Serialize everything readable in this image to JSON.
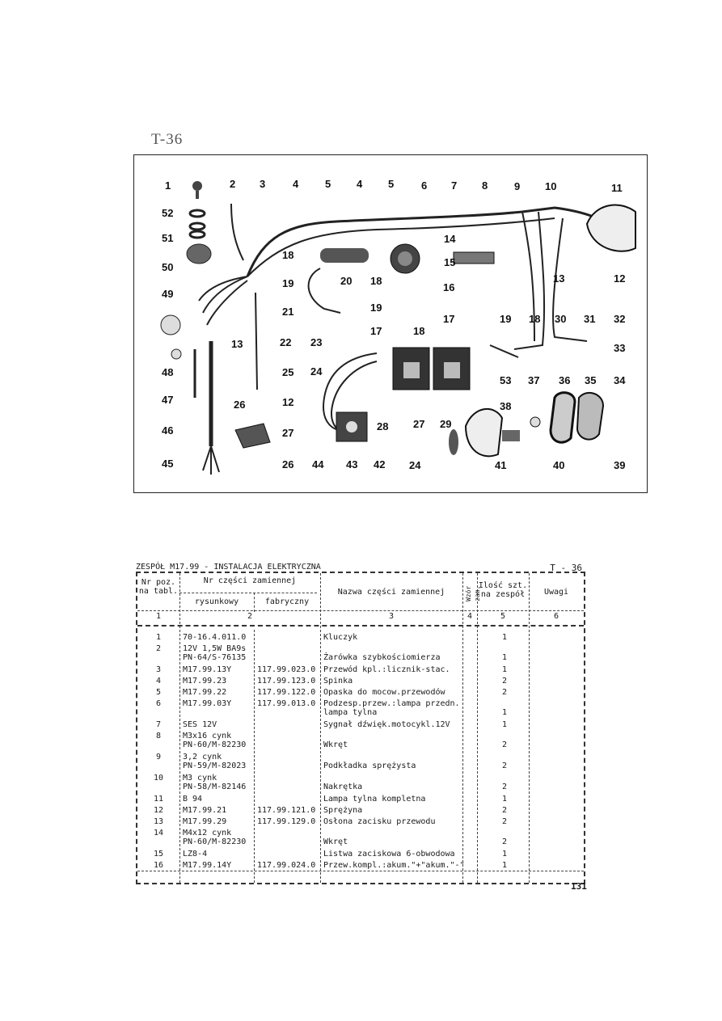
{
  "page": {
    "top_code": "T-36",
    "page_number": "131"
  },
  "diagram": {
    "callouts": [
      "1",
      "2",
      "3",
      "4",
      "5",
      "4",
      "5",
      "6",
      "7",
      "8",
      "9",
      "10",
      "11",
      "52",
      "51",
      "50",
      "49",
      "48",
      "47",
      "46",
      "45",
      "18",
      "19",
      "20",
      "21",
      "22",
      "23",
      "13",
      "25",
      "24",
      "12",
      "26",
      "44",
      "43",
      "42",
      "14",
      "15",
      "16",
      "18",
      "19",
      "17",
      "27",
      "28",
      "29",
      "24",
      "38",
      "41",
      "40",
      "37",
      "36",
      "35",
      "34",
      "39",
      "53",
      "19",
      "18",
      "30",
      "31",
      "33",
      "13",
      "12",
      "32",
      "17",
      "18",
      "27",
      "26"
    ]
  },
  "table": {
    "title": "ZESPÓŁ M17.99 - INSTALACJA ELEKTRYCZNA",
    "code": "T - 36",
    "headers": {
      "nr_poz": "Nr poz.\nna tabl.",
      "nr_czesci": "Nr części zamiennej",
      "rysunkowy": "rysunkowy",
      "fabryczny": "fabryczny",
      "nazwa": "Nazwa części zamiennej",
      "wzor": "Wzór\nzam.",
      "ilosc": "Ilość szt.\nna zespół",
      "uwagi": "Uwagi"
    },
    "column_numbers": [
      "1",
      "2",
      "3",
      "4",
      "5",
      "6"
    ],
    "rows": [
      {
        "no": "1",
        "draw": "70-16.4.011.0",
        "fab": "",
        "name": "Kluczyk",
        "qty": "1"
      },
      {
        "no": "2",
        "draw": "12V 1,5W BA9s\nPN-64/S-76135",
        "fab": "",
        "name": "\nŻarówka szybkościomierza",
        "qty": "\n1"
      },
      {
        "no": "3",
        "draw": "M17.99.13Y",
        "fab": "117.99.023.0",
        "name": "Przewód kpl.:licznik-stac.",
        "qty": "1"
      },
      {
        "no": "4",
        "draw": "M17.99.23",
        "fab": "117.99.123.0",
        "name": "Spinka",
        "qty": "2"
      },
      {
        "no": "5",
        "draw": "M17.99.22",
        "fab": "117.99.122.0",
        "name": "Opaska do mocow.przewodów",
        "qty": "2"
      },
      {
        "no": "6",
        "draw": "M17.99.03Y",
        "fab": "117.99.013.0",
        "name": "Podzesp.przew.:lampa przedn.\nlampa tylna",
        "qty": "\n1"
      },
      {
        "no": "7",
        "draw": "SES 12V",
        "fab": "",
        "name": "Sygnał dźwięk.motocykl.12V",
        "qty": "1"
      },
      {
        "no": "8",
        "draw": "M3x16 cynk\nPN-60/M-82230",
        "fab": "",
        "name": "\nWkręt",
        "qty": "\n2"
      },
      {
        "no": "9",
        "draw": "3,2 cynk\nPN-59/M-82023",
        "fab": "",
        "name": "\nPodkładka sprężysta",
        "qty": "\n2"
      },
      {
        "no": "10",
        "draw": "M3 cynk\nPN-58/M-82146",
        "fab": "",
        "name": "\nNakrętka",
        "qty": "\n2"
      },
      {
        "no": "11",
        "draw": "B 94",
        "fab": "",
        "name": "Lampa tylna kompletna",
        "qty": "1"
      },
      {
        "no": "12",
        "draw": "M17.99.21",
        "fab": "117.99.121.0",
        "name": "Sprężyna",
        "qty": "2"
      },
      {
        "no": "13",
        "draw": "M17.99.29",
        "fab": "117.99.129.0",
        "name": "Osłona zacisku przewodu",
        "qty": "2"
      },
      {
        "no": "14",
        "draw": "M4x12 cynk\nPN-60/M-82230",
        "fab": "",
        "name": "\nWkręt",
        "qty": "\n2"
      },
      {
        "no": "15",
        "draw": "LZ8-4",
        "fab": "",
        "name": "Listwa zaciskowa 6-obwodowa",
        "qty": "1"
      },
      {
        "no": "16",
        "draw": "M17.99.14Y",
        "fab": "117.99.024.0",
        "name": "Przew.kompl.:akum.\"+\"akum.\"-\"",
        "qty": "1"
      }
    ]
  }
}
